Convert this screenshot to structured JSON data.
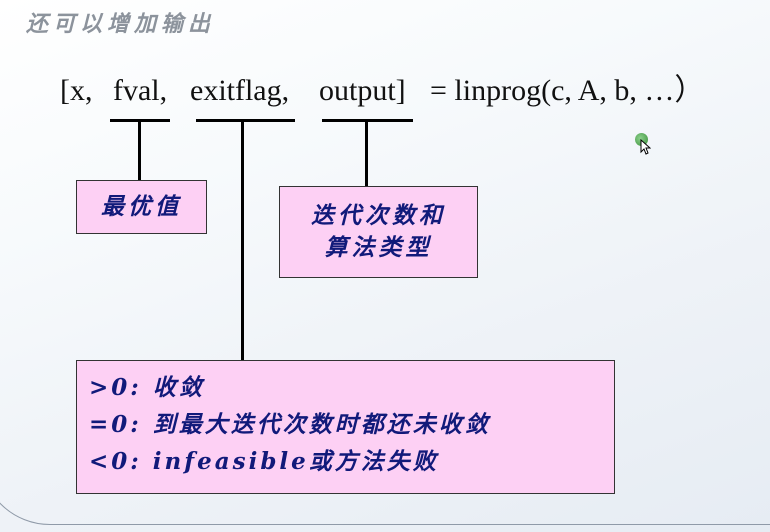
{
  "slide": {
    "heading": "还可以增加输出",
    "formula": {
      "parts": [
        "[x,",
        "fval,",
        "exitflag,",
        "output]",
        "= linprog(c, A, b, …）"
      ]
    },
    "boxes": {
      "optimal_value": "最优值",
      "iterations_line1": "迭代次数和",
      "iterations_line2": "算法类型",
      "exitflag_positive": ">0:  收敛",
      "exitflag_zero": "=0:  到最大迭代次数时都还未收敛",
      "exitflag_negative": "<0:  infeasible或方法失败"
    }
  }
}
